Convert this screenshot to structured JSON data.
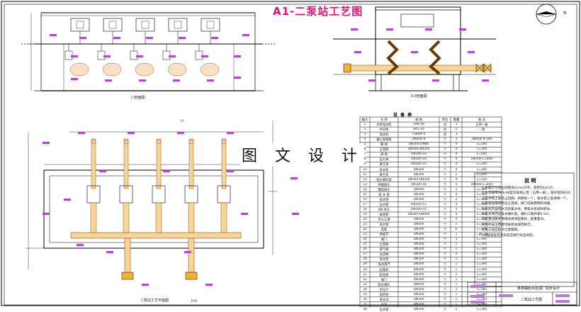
{
  "drawing": {
    "title": "A1-二泵站工艺图",
    "watermark": "图 文 设 计",
    "north_label": "N"
  },
  "captions": {
    "section_1": "I-I剖面图",
    "section_2": "II-II剖面图",
    "plan": "二泵站工艺平面图",
    "section_mark_1": "I-I",
    "section_mark_2": "II-II"
  },
  "equipment_table": {
    "title": "设 备 表",
    "headers": [
      "编号",
      "名 称",
      "规 格",
      "单位",
      "数量",
      "备 注"
    ],
    "rows": [
      [
        "1",
        "水泵电动机",
        "SH8-48",
        "台",
        "3",
        "五用一备"
      ],
      [
        "2",
        "中间泵",
        "8A5-16",
        "台",
        "1",
        "一用"
      ],
      [
        "3",
        "电动机",
        "Y280M-4",
        "台",
        "3",
        ""
      ],
      [
        "4",
        "偏心渐缩管",
        "DN400-8",
        "个",
        "3",
        "DN400 8-200"
      ],
      [
        "5",
        "蝶 阀",
        "DN300-DN80",
        "个",
        "4",
        "L=300"
      ],
      [
        "6",
        "止回阀",
        "DN300-DN300",
        "个",
        "4",
        "L=300"
      ],
      [
        "7",
        "闸 阀",
        "DN300-16",
        "个",
        "4",
        "L=500"
      ],
      [
        "8",
        "压力表",
        "DN300-16",
        "个",
        "4",
        "DN300 L=400"
      ],
      [
        "9",
        "真空表",
        "DN300-16",
        "个",
        "4",
        "L=300"
      ],
      [
        "10",
        "排水泵",
        "DN300",
        "个",
        "4",
        "L=300"
      ],
      [
        "11",
        "真空泵",
        "DN300",
        "个",
        "1",
        "L=200"
      ],
      [
        "12",
        "吸水喇叭管",
        "DN300-DN200",
        "个",
        "4",
        "L=350"
      ],
      [
        "13",
        "伸缩接头",
        "DN300-16",
        "个",
        "4",
        "DN300 L=400"
      ],
      [
        "14",
        "橡胶接头",
        "DN400",
        "个",
        "3",
        "L=300"
      ],
      [
        "15",
        "吸 水 管",
        "DN300",
        "个",
        "4",
        "L=300"
      ],
      [
        "16",
        "吸水管",
        "DN300",
        "个",
        "2",
        "L=300"
      ],
      [
        "17",
        "压水管",
        "DN300-12",
        "个",
        "4",
        "L=300"
      ],
      [
        "18",
        "DN 弯头",
        "DN300-16",
        "个",
        "4",
        "L=300"
      ],
      [
        "19",
        "联络管",
        "DN300-DN400",
        "个",
        "4",
        "L=300"
      ],
      [
        "20",
        "弯头三通",
        "DN400",
        "个",
        "4",
        "L=300"
      ],
      [
        "21",
        "排水管",
        "DN400",
        "个",
        "1",
        "L=300"
      ],
      [
        "22",
        "电缆",
        "DN300",
        "个",
        "6",
        "L=300"
      ],
      [
        "23",
        "伸缩节",
        "DN300",
        "个",
        "1",
        "一用一备"
      ],
      [
        "24",
        "阀门",
        "DN300",
        "个",
        "3",
        "L=300"
      ],
      [
        "25",
        "止回阀",
        "DN300",
        "个",
        "1",
        "L=300"
      ],
      [
        "26",
        "排气阀",
        "DN300",
        "个",
        "1",
        "L=300"
      ],
      [
        "27",
        "溢流阀",
        "DN300",
        "个",
        "2",
        "L=300"
      ],
      [
        "28",
        "排水泵",
        "DN300",
        "个",
        "1",
        "L=300"
      ],
      [
        "29",
        "电动葫芦",
        "DN300",
        "个",
        "1",
        "L=300"
      ],
      [
        "30",
        "起重机",
        "DN300",
        "个",
        "1",
        "L=300"
      ],
      [
        "31",
        "配电柜",
        "DN300",
        "个",
        "1",
        "L=300"
      ],
      [
        "32",
        "阀门",
        "DN300",
        "个",
        "1",
        "L=300"
      ],
      [
        "33",
        "吸水喇叭",
        "DN400",
        "个",
        "1",
        "L=300"
      ],
      [
        "34",
        "水位计",
        "DN300",
        "个",
        "1",
        "L=300"
      ],
      [
        "35",
        "电控柜",
        "DN300",
        "个",
        "1",
        "L=300"
      ],
      [
        "36",
        "排水沟",
        "DN300",
        "个",
        "1",
        "L=300"
      ],
      [
        "37",
        "水封",
        "DN300",
        "个",
        "1",
        "L=300"
      ],
      [
        "38",
        "出水管",
        "DN300",
        "个",
        "1",
        "L=300"
      ]
    ]
  },
  "notes": {
    "title": "说 明",
    "lines": [
      "1.本图尺寸单位除管径以mm计外，其余均以m计。",
      "2.水泵采用SH8-48型双吸离心泵（五用一备），吸水管DN300。",
      "3.压水管上安装止回阀、闸阀各一个，吸水管上设闸阀一个。",
      "4.管道连接采用法兰连接，阀门均采用明杆闸阀。",
      "5.泵房内设排水沟及集水坑，用排水泵排除积水。",
      "6.吸水井内设吸水喇叭管，喇叭口距井底0.5m。",
      "7.起重设备采用电动单梁起重机，起重量3t。",
      "8.图中未注明者均按有关规范执行。",
      "9.施工前应核对土建图纸。",
      "10.管道安装完毕后应进行水压试验。"
    ]
  },
  "title_block": {
    "project": "某城镇给水处理厂初步设计",
    "drawing_name": "二泵站工艺图"
  }
}
